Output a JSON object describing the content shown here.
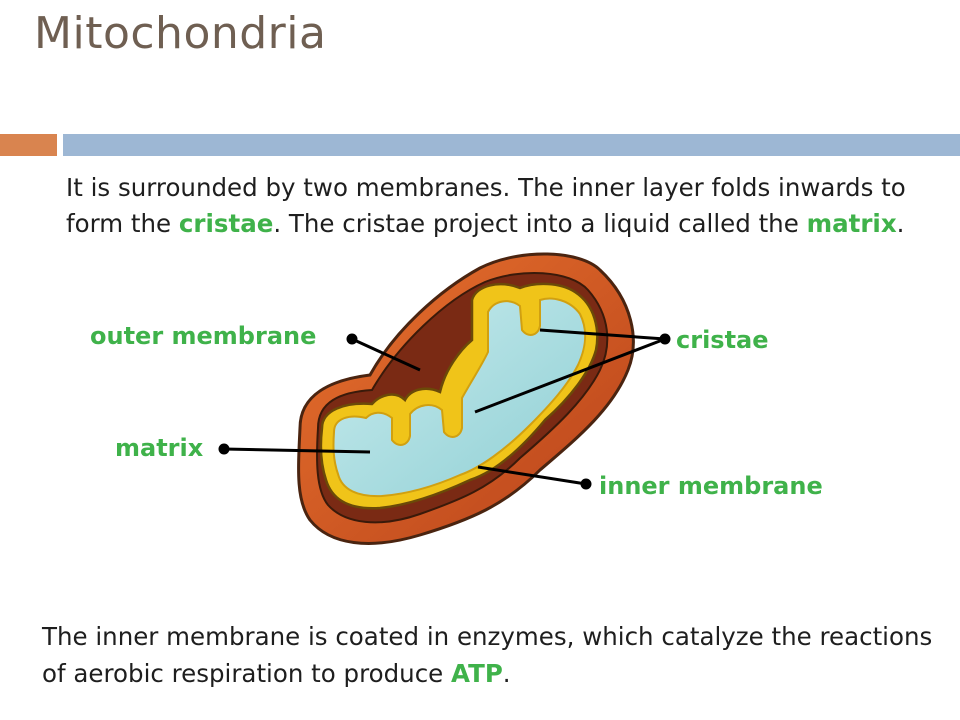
{
  "slide": {
    "title": "Mitochondria",
    "intro": {
      "part1": "It is surrounded by two membranes. The inner layer folds inwards to form the ",
      "term1": "cristae",
      "part2": ". The cristae project into a liquid called the ",
      "term2": "matrix",
      "part3": "."
    },
    "footer": {
      "part1": "The inner membrane is coated in enzymes, which catalyze the reactions of aerobic respiration to produce ",
      "term": "ATP",
      "part2": "."
    }
  },
  "labels": {
    "outer_membrane": "outer membrane",
    "cristae": "cristae",
    "matrix": "matrix",
    "inner_membrane": "inner membrane"
  },
  "colors": {
    "title": "#6f5f52",
    "accent_orange": "#d9844f",
    "accent_blue": "#9db7d4",
    "highlight_green": "#3fb24a",
    "outer_membrane": "#d8581e",
    "inner_membrane": "#f0c419",
    "matrix": "#a9dcdf"
  }
}
